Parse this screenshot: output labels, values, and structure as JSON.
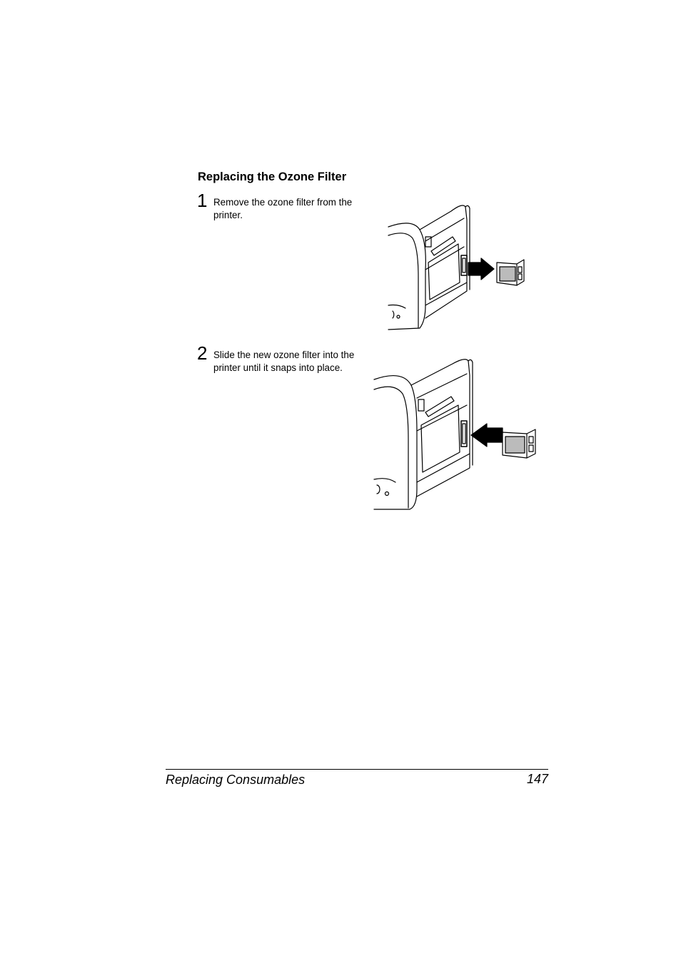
{
  "section": {
    "title": "Replacing the Ozone Filter"
  },
  "steps": [
    {
      "number": "1",
      "text": "Remove the ozone filter from the printer."
    },
    {
      "number": "2",
      "text": "Slide the new ozone filter into the printer until it snaps into place."
    }
  ],
  "footer": {
    "chapter": "Replacing Consumables",
    "page": "147"
  }
}
